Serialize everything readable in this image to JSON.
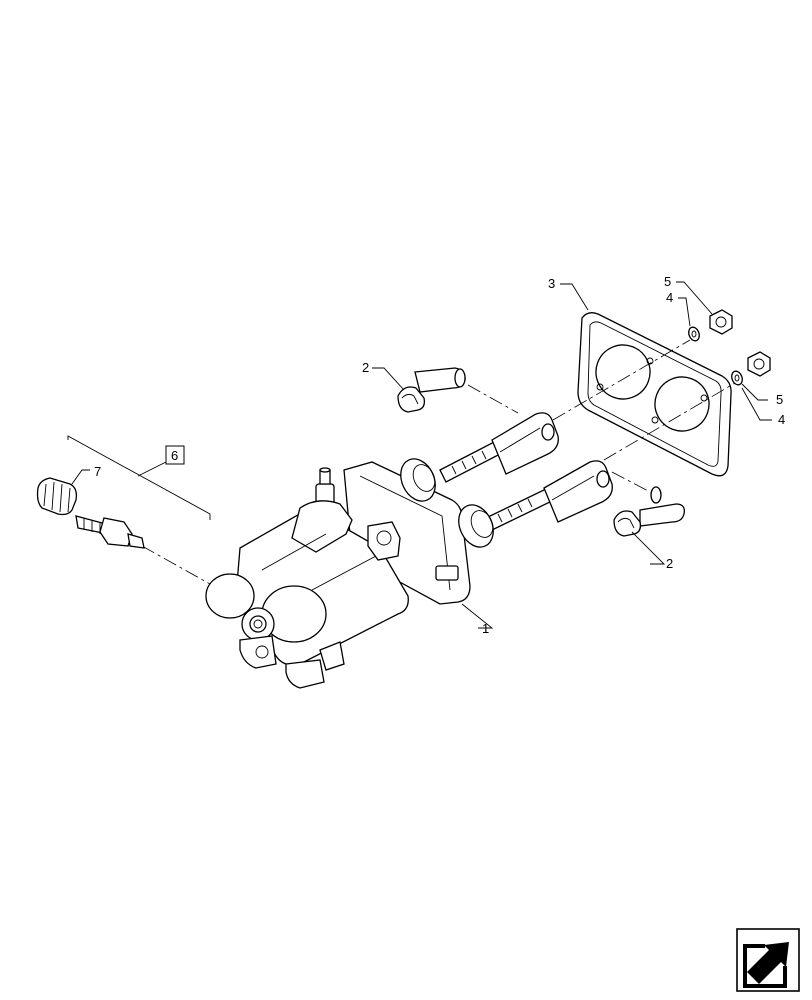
{
  "callouts": {
    "c1": "1",
    "c2a": "2",
    "c2b": "2",
    "c3": "3",
    "c4a": "4",
    "c4b": "4",
    "c5a": "5",
    "c5b": "5",
    "c6": "6",
    "c7": "7"
  },
  "nav_icon": "next-page-arrow-icon"
}
